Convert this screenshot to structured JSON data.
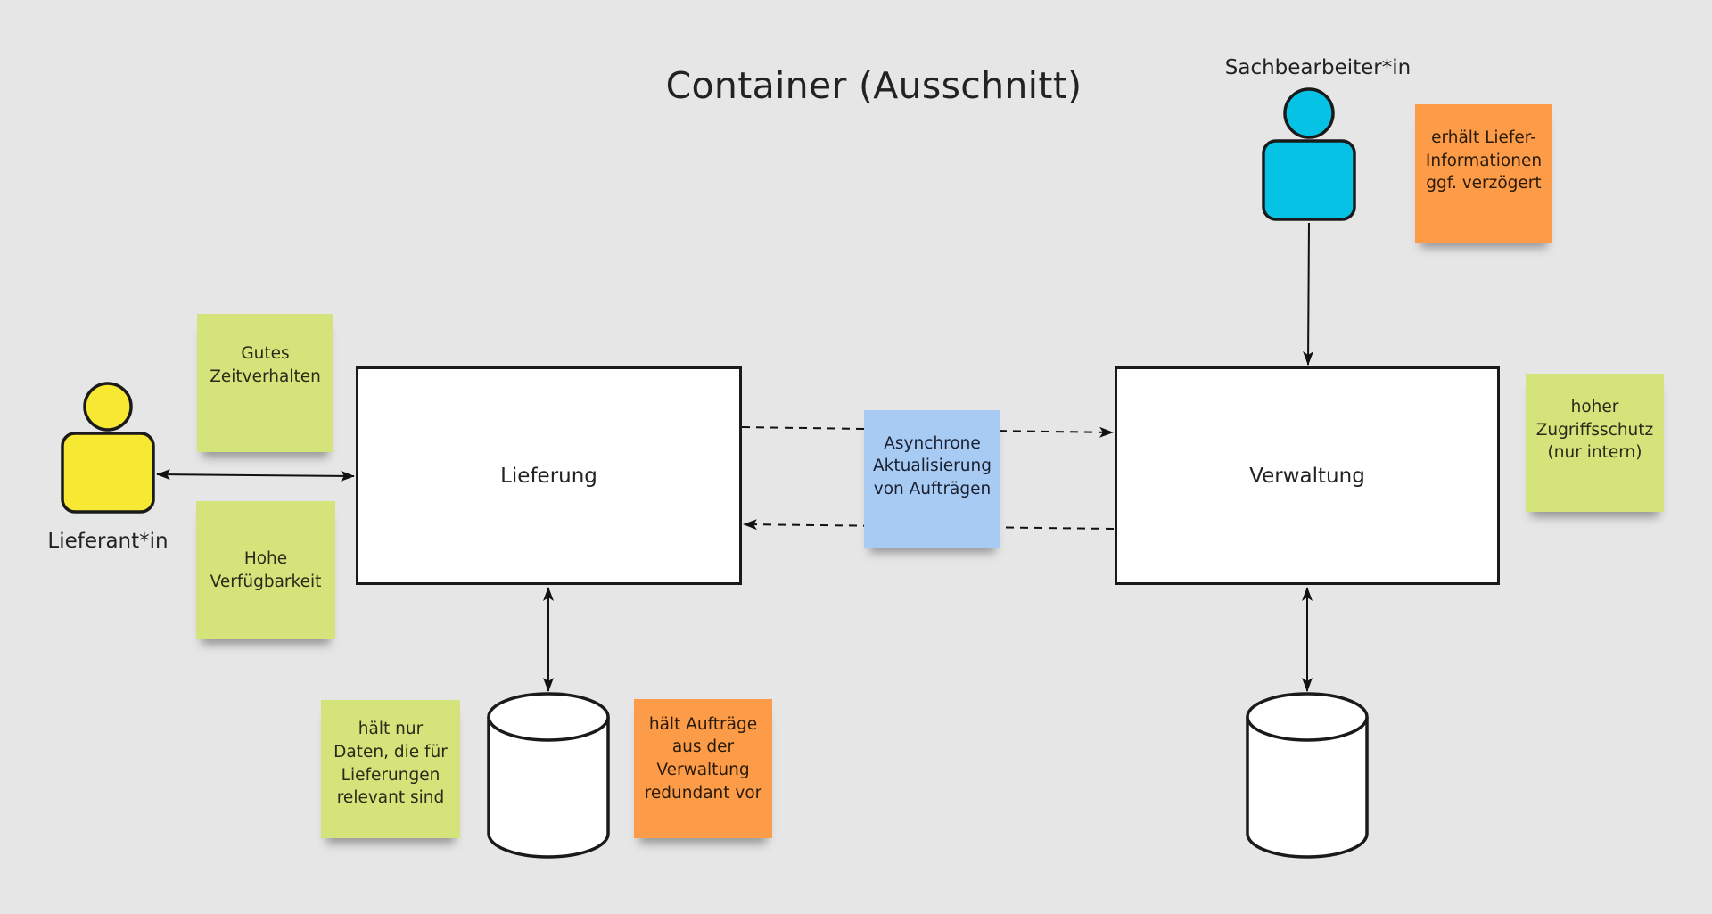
{
  "diagram": {
    "title": "Container (Ausschnitt)",
    "colors": {
      "background": "#e6e6e6",
      "actor_supplier": "#f7e834",
      "actor_clerk": "#06c3e6",
      "sticky_green": "#d4e37a",
      "sticky_orange": "#fd9c48",
      "sticky_blue": "#a7cbf3",
      "outline": "#1a1a1a"
    },
    "actors": [
      {
        "id": "supplier",
        "label": "Lieferant*in",
        "color": "#f7e834"
      },
      {
        "id": "clerk",
        "label": "Sachbearbeiter*in",
        "color": "#06c3e6"
      }
    ],
    "containers": [
      {
        "id": "delivery",
        "label": "Lieferung"
      },
      {
        "id": "admin",
        "label": "Verwaltung"
      }
    ],
    "databases": [
      {
        "id": "delivery-db",
        "label": ""
      },
      {
        "id": "admin-db",
        "label": ""
      }
    ],
    "stickies": [
      {
        "id": "good-timing",
        "color": "green",
        "text": "Gutes\nZeitverhalten"
      },
      {
        "id": "high-availability",
        "color": "green",
        "text": "Hohe\nVerfügbarkeit"
      },
      {
        "id": "async-update",
        "color": "blue",
        "text": "Asynchrone\nAktualisierung\nvon Aufträgen"
      },
      {
        "id": "delayed-info",
        "color": "orange",
        "text": "erhält Liefer-\nInformationen\nggf. verzögert"
      },
      {
        "id": "access-protection",
        "color": "green",
        "text": "hoher\nZugriffsschutz\n(nur intern)"
      },
      {
        "id": "delivery-data-only",
        "color": "green",
        "text": "hält nur\nDaten, die für\nLieferungen\nrelevant sind"
      },
      {
        "id": "redundant-orders",
        "color": "orange",
        "text": "hält Aufträge\naus der\nVerwaltung\nredundant vor"
      }
    ],
    "connections": [
      {
        "from": "supplier",
        "to": "delivery",
        "style": "solid",
        "direction": "both"
      },
      {
        "from": "clerk",
        "to": "admin",
        "style": "solid",
        "direction": "forward"
      },
      {
        "from": "delivery",
        "to": "admin",
        "style": "dashed",
        "direction": "forward"
      },
      {
        "from": "admin",
        "to": "delivery",
        "style": "dashed",
        "direction": "forward"
      },
      {
        "from": "delivery",
        "to": "delivery-db",
        "style": "solid",
        "direction": "both"
      },
      {
        "from": "admin",
        "to": "admin-db",
        "style": "solid",
        "direction": "both"
      }
    ]
  }
}
